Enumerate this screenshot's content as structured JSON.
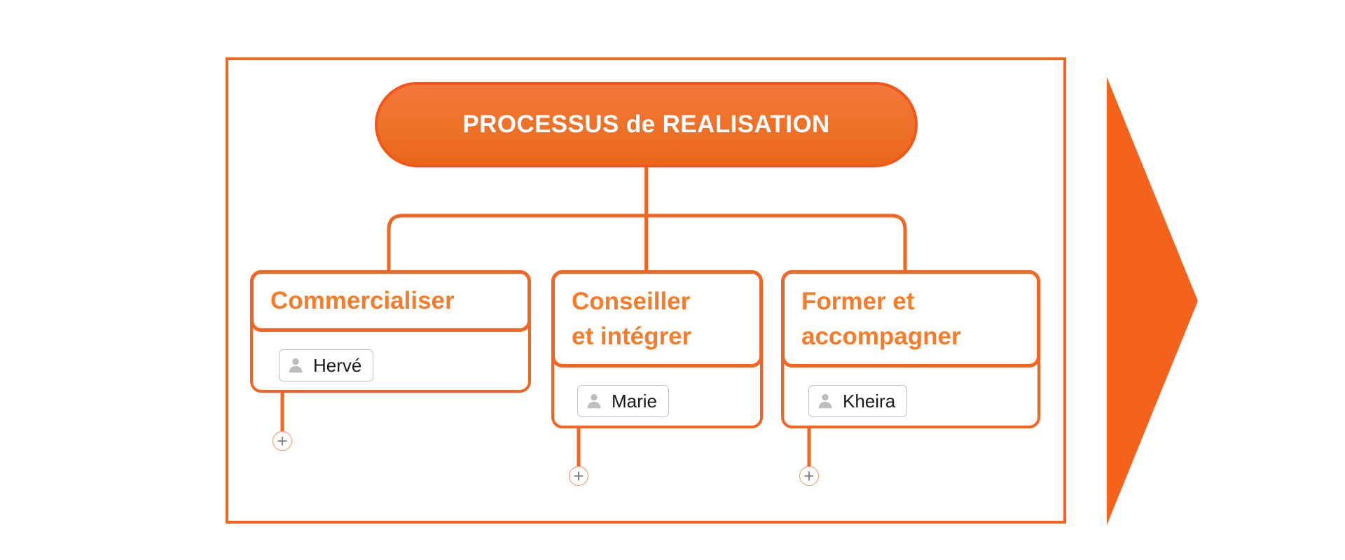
{
  "diagram": {
    "root": {
      "label": "PROCESSUS de REALISATION",
      "shape": "pill"
    },
    "processes": [
      {
        "title": "Commercialiser",
        "person": {
          "name": "Hervé",
          "icon": "person-icon"
        },
        "add_button": {
          "icon": "plus-icon",
          "label": "+"
        }
      },
      {
        "title": "Conseiller\net intégrer",
        "person": {
          "name": "Marie",
          "icon": "person-icon"
        },
        "add_button": {
          "icon": "plus-icon",
          "label": "+"
        }
      },
      {
        "title": "Former et\naccompagner",
        "person": {
          "name": "Kheira",
          "icon": "person-icon"
        },
        "add_button": {
          "icon": "plus-icon",
          "label": "+"
        }
      }
    ],
    "arrow": {
      "icon": "arrow-right-icon",
      "direction": "right"
    }
  },
  "colors": {
    "accent": "#F26522",
    "accent_light": "#F57C2A",
    "pill_fill": "#EE7128",
    "pill_border": "#F4561A",
    "arrow_fill": "#F4621C",
    "chip_border": "#BFBFBF",
    "chip_icon": "#B0B0B0",
    "plus_border": "#F79160",
    "plus_glyph": "#6E6E6E",
    "text_dark": "#1a1a1a",
    "background": "#FFFFFF"
  }
}
